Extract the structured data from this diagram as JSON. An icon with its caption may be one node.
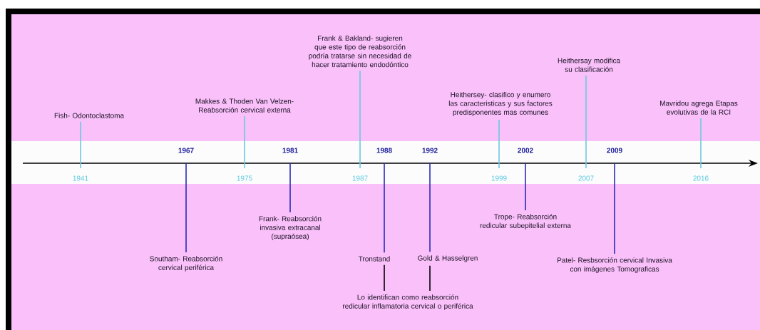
{
  "diagram": {
    "nodes": [
      {
        "text": [
          "Fish- Odontoclastoma"
        ]
      },
      {
        "text": [
          "Southam- Reabsorción cervical periférica"
        ]
      },
      {
        "text": [
          "Makkes & Thoden Van Velzen- Reabsorción cervical externa"
        ]
      },
      {
        "text": [
          "Frank- Reabsorción invasiva extracanal (supraósea)"
        ]
      },
      {
        "text": [
          "Frank & Bakland- sugieren que este tipo de reabsorción podría tratarse sin necesidad de hacer tratamiento endodóntico"
        ]
      },
      {
        "text": [
          "Tronstand"
        ]
      },
      {
        "text": [
          "Gold & Hasselgren"
        ]
      },
      {
        "text": [
          "Lo identifican como reabsorción redicular inflamatoria cervical o periférica"
        ]
      },
      {
        "text": [
          "Heithersey- clasifico y enumero las caracteristicas y sus factores predisponentes mas comunes"
        ]
      },
      {
        "text": [
          "Trope- Reabsorción redicular subepitelial externa"
        ]
      },
      {
        "text": [
          "Heithersay modifica su clasificación"
        ]
      },
      {
        "text": [
          "Patel- Resbsorción cervical Invasiva con imágenes Tomograficas"
        ]
      },
      {
        "text": [
          "Mavridou agrega Etapas evolutivas de la RCI"
        ]
      }
    ],
    "edges": [
      {
        "from": 0,
        "to": null,
        "arrow": "none",
        "color": "#6cc8e0"
      },
      {
        "from": 1,
        "to": null,
        "arrow": "none",
        "color": "#2a2ab8"
      },
      {
        "from": 2,
        "to": null,
        "arrow": "none",
        "color": "#6cc8e0"
      },
      {
        "from": 3,
        "to": null,
        "arrow": "none",
        "color": "#2a2ab8"
      },
      {
        "from": 4,
        "to": null,
        "arrow": "none",
        "color": "#6cc8e0"
      },
      {
        "from": 5,
        "to": null,
        "arrow": "none",
        "color": "#2a2ab8"
      },
      {
        "from": 6,
        "to": null,
        "arrow": "none",
        "color": "#2a2ab8"
      },
      {
        "from": 5,
        "to": 7,
        "arrow": "none",
        "color": "#000000"
      },
      {
        "from": 6,
        "to": 7,
        "arrow": "none",
        "color": "#000000"
      },
      {
        "from": 8,
        "to": null,
        "arrow": "none",
        "color": "#6cc8e0"
      },
      {
        "from": 9,
        "to": null,
        "arrow": "none",
        "color": "#2a2ab8"
      },
      {
        "from": 10,
        "to": null,
        "arrow": "none",
        "color": "#6cc8e0"
      },
      {
        "from": 11,
        "to": null,
        "arrow": "none",
        "color": "#2a2ab8"
      },
      {
        "from": 12,
        "to": null,
        "arrow": "none",
        "color": "#6cc8e0"
      }
    ],
    "labels": [
      "1967",
      "1981",
      "1988",
      "1992",
      "2002",
      "2009",
      "1941",
      "1975",
      "1987",
      "1999",
      "2007",
      "2016"
    ]
  }
}
